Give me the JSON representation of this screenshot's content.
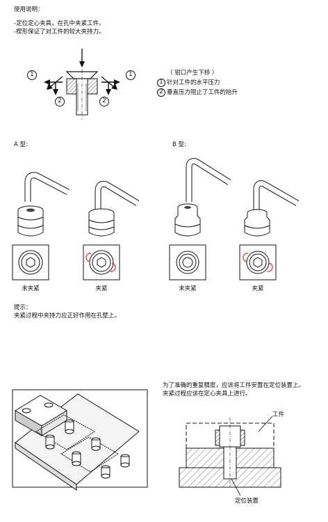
{
  "intro": {
    "heading": "使用说明：",
    "line1": "-定位定心夹具，在孔中夹紧工件。",
    "line2": "-楔形保证了对工件的较大夹持力。"
  },
  "clamp_diagram": {
    "note_title": "（ 钳口产生下移 ）",
    "note1_num": "1",
    "note1_text": "针对工件的水平压力",
    "note2_num": "2",
    "note2_text": "垂直压力阻止了工件的抬升",
    "callout_1": "1",
    "callout_2": "2"
  },
  "types": {
    "a_label": "A 型:",
    "b_label": "B 型:",
    "unclamped": "未夹紧",
    "clamped": "夹紧"
  },
  "hint": {
    "heading": "提示：",
    "text": "夹紧过程中夹持力应正好作用在孔壁上。"
  },
  "positioning": {
    "line1": "为了准确的重复精度，应该将工件安置在定位装置上。",
    "line2": "夹紧过程应该在定心夹具上进行。",
    "workpiece_label": "工件",
    "device_label": "定位装置"
  },
  "colors": {
    "clamp_mark": "#d9262c"
  }
}
